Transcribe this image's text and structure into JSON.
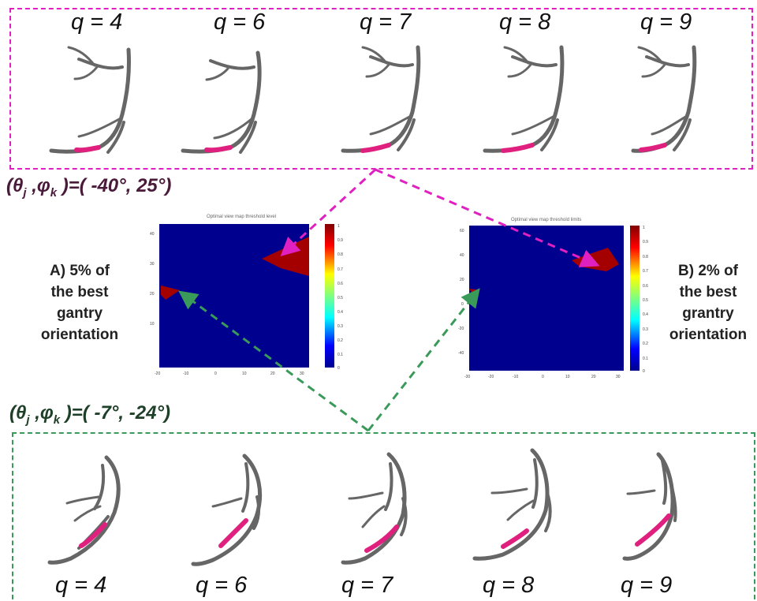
{
  "top_row": {
    "labels": [
      "q = 4",
      "q = 6",
      "q = 7",
      "q = 8",
      "q = 9"
    ],
    "angle": {
      "theta_sub": "j",
      "phi_sub": "k",
      "value": ")=( -40°, 25°)"
    }
  },
  "bottom_row": {
    "labels": [
      "q = 4",
      "q = 6",
      "q = 7",
      "q = 8",
      "q = 9"
    ],
    "angle": {
      "theta_sub": "j",
      "phi_sub": "k",
      "value": ")=( -7°, -24°)"
    }
  },
  "panel_a": {
    "caption_lines": [
      "A) 5% of",
      "the best",
      "gantry",
      "orientation"
    ],
    "map_title": "Optimal view map threshold level",
    "x_ticks": [
      "-20",
      "-10",
      "0",
      "10",
      "20",
      "30"
    ],
    "y_ticks": [
      "40",
      "30",
      "20",
      "10"
    ],
    "colorbar_ticks": [
      "1",
      "0.9",
      "0.8",
      "0.7",
      "0.6",
      "0.5",
      "0.4",
      "0.3",
      "0.2",
      "0.1",
      "0"
    ]
  },
  "panel_b": {
    "caption_lines": [
      "B) 2% of",
      "the best",
      "grantry",
      "orientation"
    ],
    "map_title": "Optimal view map threshold limits",
    "x_ticks": [
      "-30",
      "-20",
      "-10",
      "0",
      "10",
      "20",
      "30"
    ],
    "y_ticks": [
      "60",
      "40",
      "20",
      "0",
      "-20",
      "-40"
    ],
    "colorbar_ticks": [
      "1",
      "0.9",
      "0.8",
      "0.7",
      "0.6",
      "0.5",
      "0.4",
      "0.3",
      "0.2",
      "0.1",
      "0"
    ]
  },
  "colors": {
    "top_accent": "#e020c0",
    "bottom_accent": "#3a9a5a",
    "vessel": "#666666",
    "stenosis": "#e0207e",
    "map_background": "#00008f",
    "map_hotspot": "#a50000"
  }
}
